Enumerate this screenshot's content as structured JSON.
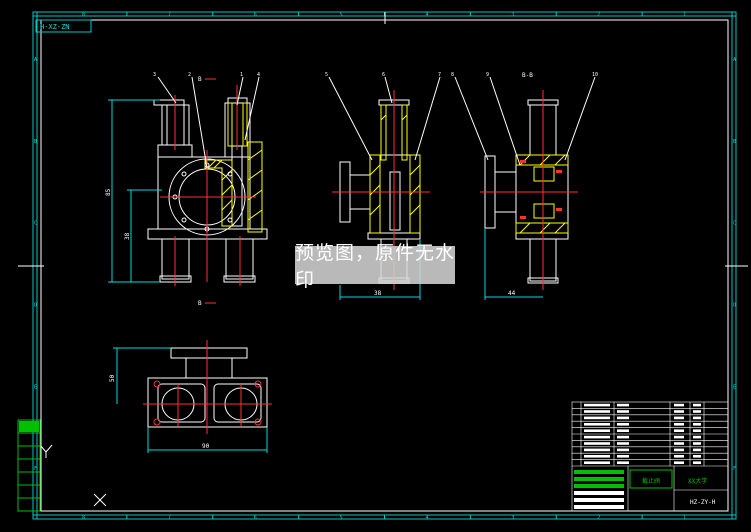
{
  "sheet": {
    "code_stamp": "H-XZ-ZN",
    "border_columns": [
      "1",
      "2",
      "3",
      "4",
      "5",
      "6",
      "7",
      "8"
    ],
    "border_rows": [
      "A",
      "B",
      "C",
      "D",
      "E",
      "F"
    ]
  },
  "dimensions": {
    "front_height": "85",
    "front_lower": "38",
    "side_width": "38",
    "section_width": "44",
    "plan_height": "50",
    "plan_width": "90"
  },
  "view_labels": {
    "b_top": "B",
    "b_bottom": "B",
    "section_mark": "B-B"
  },
  "balloons": {
    "front": [
      "3",
      "2",
      "1",
      "4"
    ],
    "side": [
      "5",
      "6",
      "7"
    ],
    "section": [
      "8",
      "9",
      "10"
    ]
  },
  "title_block": {
    "part_name": "截止阀",
    "drawing_code": "HZ-ZY-H",
    "school": "XX大学"
  },
  "watermark": "预览图，原件无水印",
  "colors": {
    "frame": "#00c8c8",
    "outline": "#ffffff",
    "center": "#ff3030",
    "hatch": "#ffff00",
    "dim": "#00dcdc",
    "green": "#00c000"
  }
}
